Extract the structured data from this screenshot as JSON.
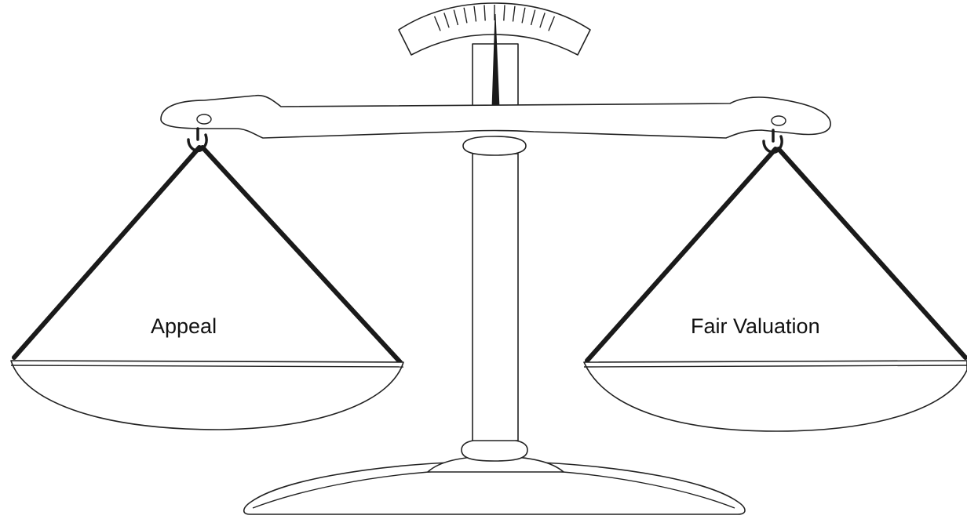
{
  "scale": {
    "left_pan": {
      "label": "Appeal"
    },
    "right_pan": {
      "label": "Fair Valuation"
    },
    "balance_state": "level",
    "colors": {
      "ink": "#222222",
      "background": "#ffffff",
      "chain": "#1a1a1a"
    }
  }
}
